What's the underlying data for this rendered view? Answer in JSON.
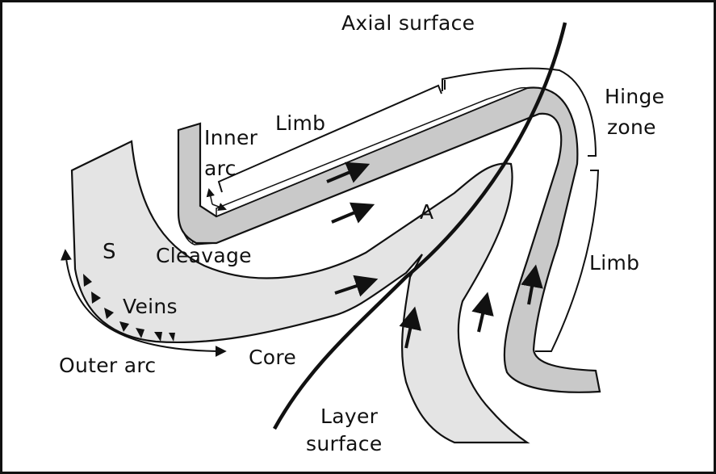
{
  "labels": {
    "axial_surface": "Axial surface",
    "hinge": "Hinge",
    "zone": "zone",
    "limb_upper": "Limb",
    "limb_right": "Limb",
    "inner": "Inner",
    "arc": "arc",
    "a": "A",
    "s": "S",
    "cleavage": "Cleavage",
    "veins": "Veins",
    "outer_arc": "Outer arc",
    "core": "Core",
    "layer": "Layer",
    "surface": "surface"
  },
  "colors": {
    "fill_light": "#e4e4e4",
    "fill_medium": "#c9c9c9",
    "stroke": "#111111",
    "background": "#ffffff"
  }
}
